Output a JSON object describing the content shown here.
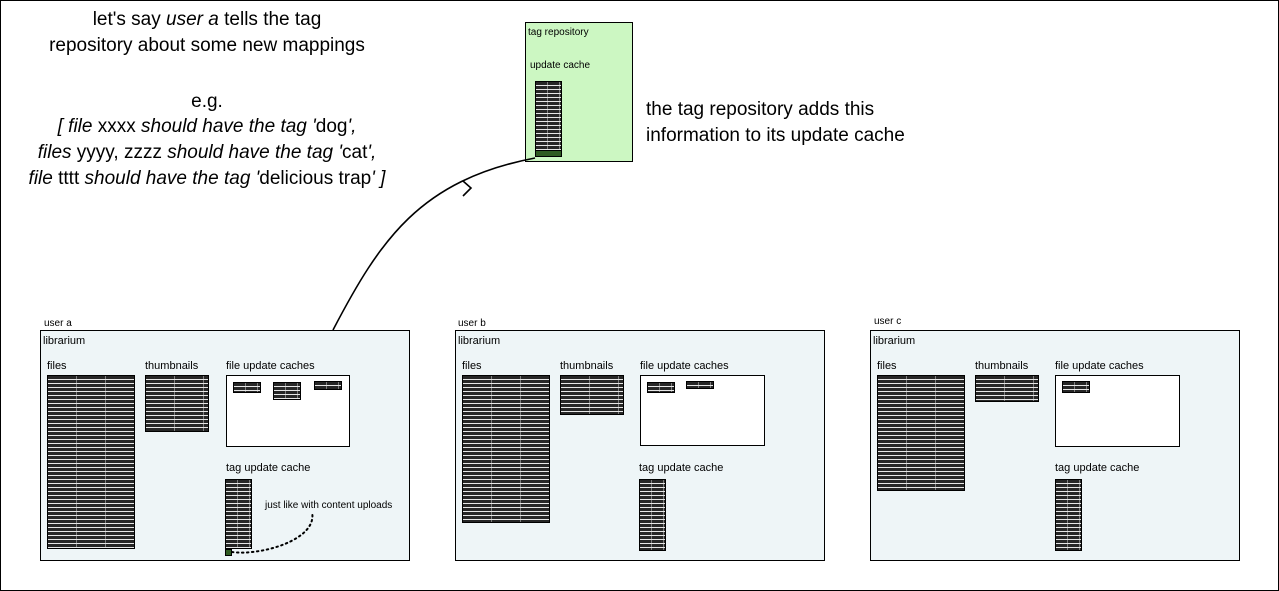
{
  "intro": {
    "line1": {
      "prefix": "let's say ",
      "emph": "user a",
      "suffix": " tells the tag"
    },
    "line2": "repository about some new mappings",
    "eg": "e.g.",
    "ex1": {
      "a": "[ file ",
      "b": "xxxx",
      "c": " should have the tag '",
      "d": "dog",
      "e": "',"
    },
    "ex2": {
      "a": "files ",
      "b": "yyyy, zzzz",
      "c": " should have the tag '",
      "d": "cat",
      "e": "',"
    },
    "ex3": {
      "a": "file ",
      "b": "tttt",
      "c": " should have the tag '",
      "d": "delicious trap",
      "e": "' ]"
    }
  },
  "repository": {
    "title": "tag repository",
    "cache_label": "update cache",
    "note_line1": "the tag repository adds this",
    "note_line2": "information to its update cache"
  },
  "users": [
    {
      "user_label": "user a",
      "lib_label": "librarium",
      "files_label": "files",
      "thumbs_label": "thumbnails",
      "file_caches_label": "file update caches",
      "tag_cache_label": "tag update cache"
    },
    {
      "user_label": "user b",
      "lib_label": "librarium",
      "files_label": "files",
      "thumbs_label": "thumbnails",
      "file_caches_label": "file update caches",
      "tag_cache_label": "tag update cache"
    },
    {
      "user_label": "user c",
      "lib_label": "librarium",
      "files_label": "files",
      "thumbs_label": "thumbnails",
      "file_caches_label": "file update caches",
      "tag_cache_label": "tag update cache"
    }
  ],
  "annotation": "just like with content uploads",
  "colors": {
    "repository_fill": "#ccf7c2",
    "librarium_fill": "#eef5f7",
    "new_entry": "#2f5b22",
    "block": "#262626"
  }
}
